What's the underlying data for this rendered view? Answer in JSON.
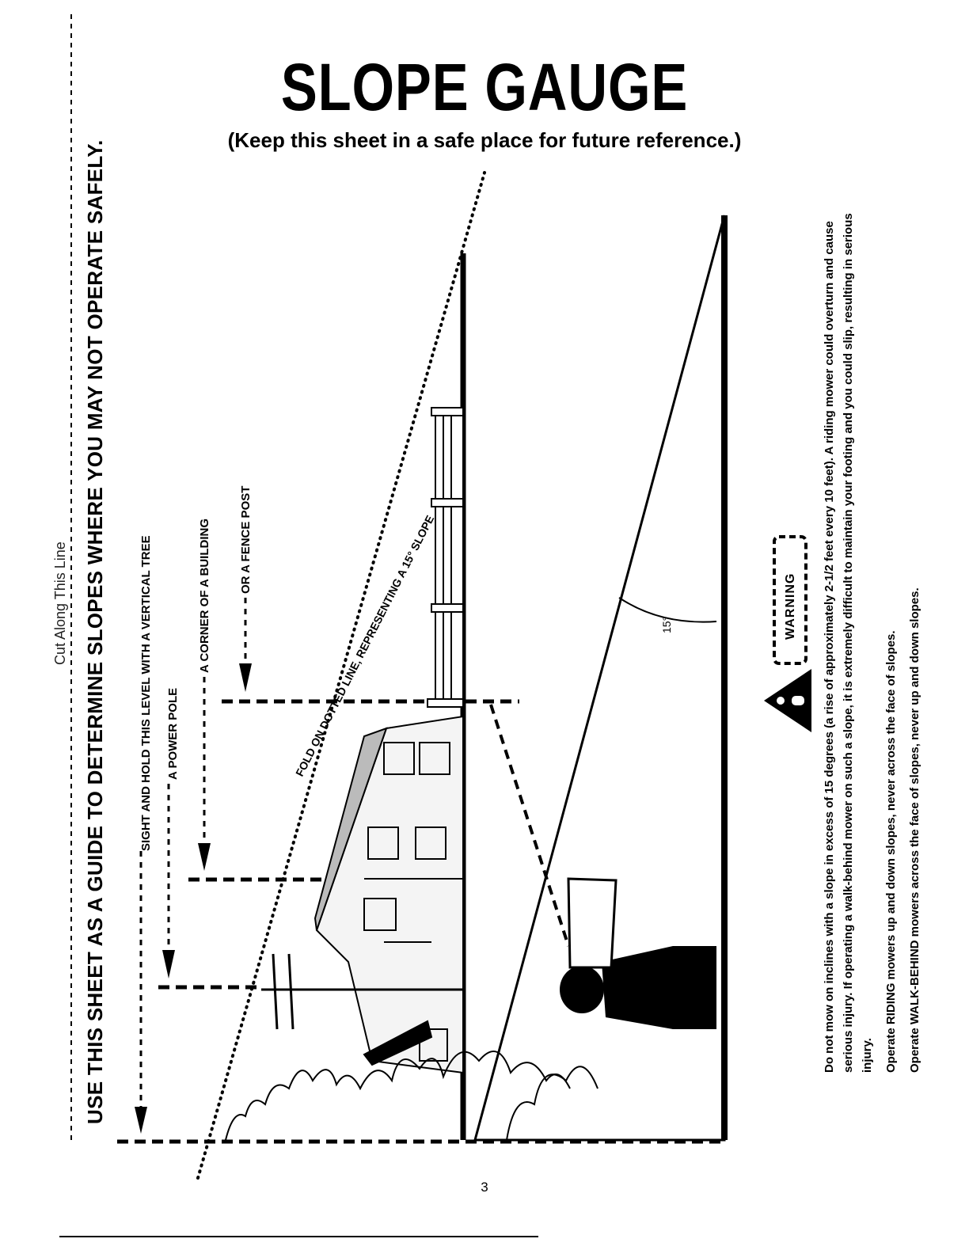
{
  "title": "SLOPE GAUGE",
  "subtitle": "(Keep this sheet in a safe place for future reference.)",
  "cut_line": "Cut Along This Line",
  "side_heading": "USE THIS SHEET AS A GUIDE TO DETERMINE SLOPES WHERE YOU MAY NOT OPERATE SAFELY.",
  "labels": {
    "tree": "SIGHT AND HOLD THIS LEVEL WITH A VERTICAL TREE",
    "pole": "A POWER POLE",
    "building": "A CORNER OF A BUILDING",
    "fence": "OR A FENCE POST"
  },
  "fold_line": "FOLD ON DOTTED LINE, REPRESENTING A 15° SLOPE",
  "angle_label": "15°",
  "warning": {
    "word": "WARNING",
    "paragraph": "Do not mow on inclines with a slope in excess of 15 degrees (a rise of approximately 2-1/2 feet every 10 feet). A riding mower could overturn and cause serious injury. If operating a walk-behind mower on such a slope, it is extremely difficult to maintain your footing and you could slip, resulting in serious injury.",
    "riding": "Operate RIDING mowers up and down slopes, never across the face of slopes.",
    "walk_behind": "Operate WALK-BEHIND mowers across the face of slopes, never up and down slopes."
  },
  "page_number": "3"
}
